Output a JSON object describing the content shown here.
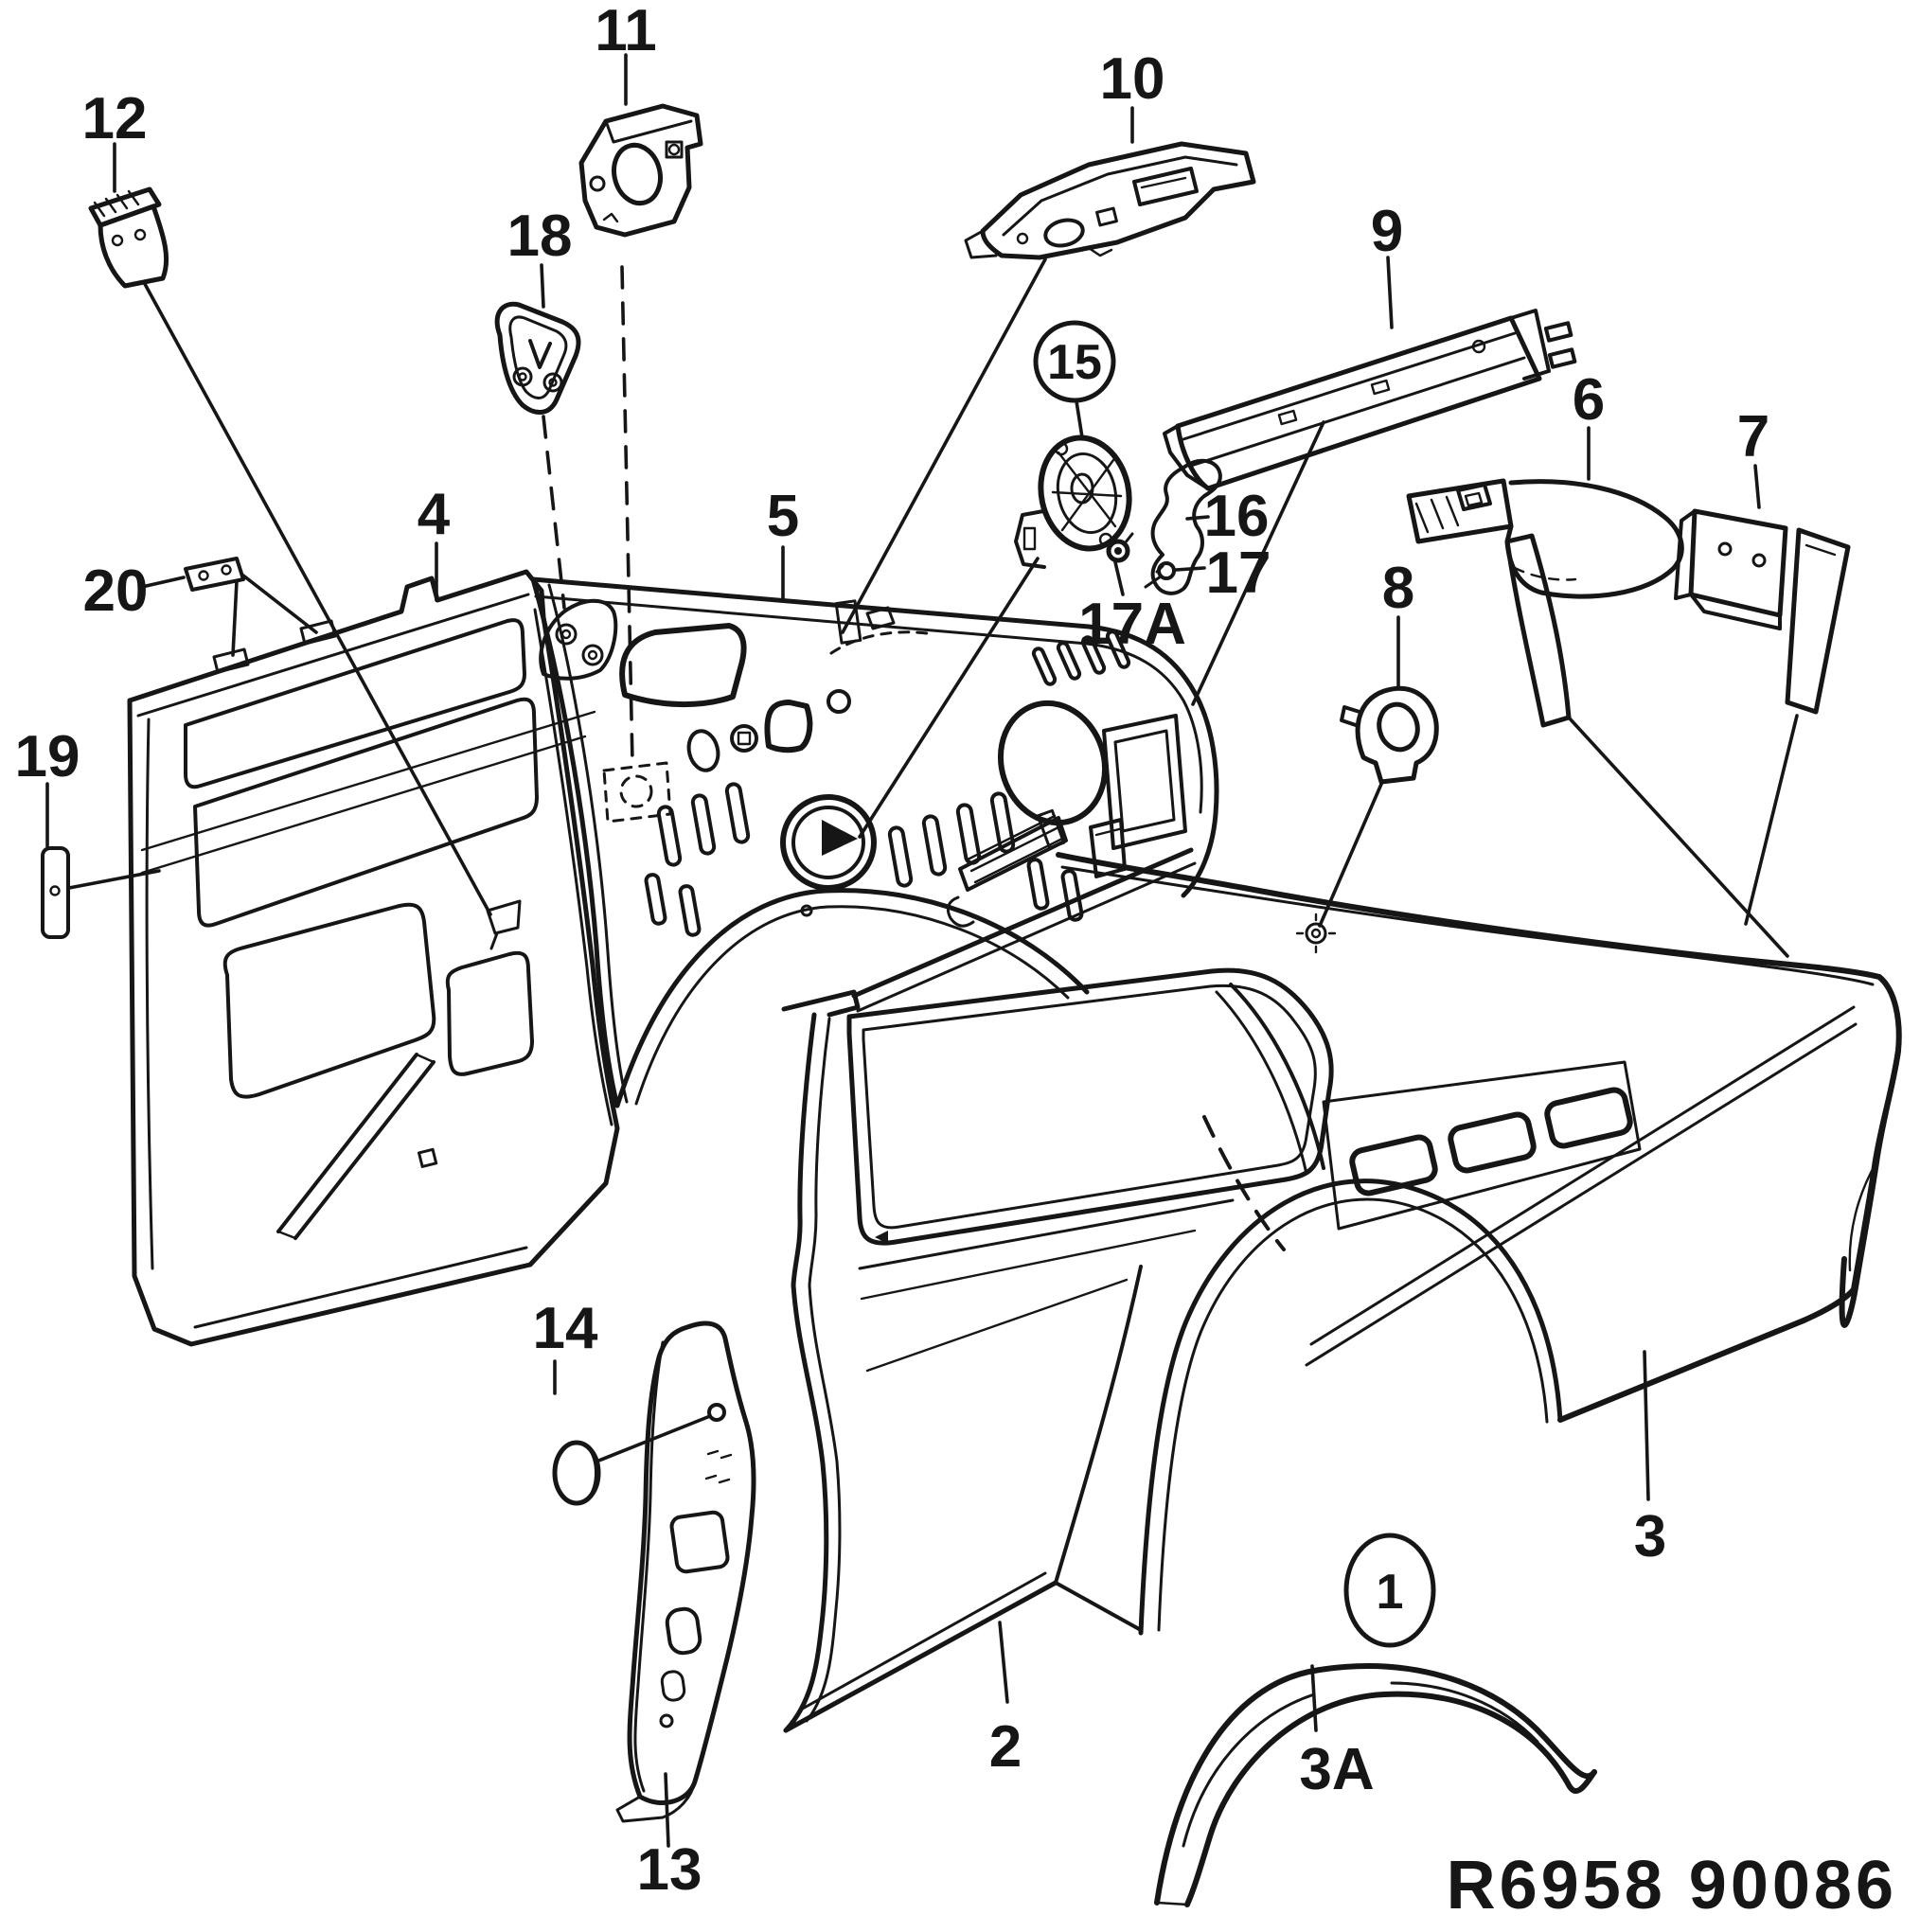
{
  "diagram": {
    "type": "exploded-parts-diagram",
    "subject": "rear quarter panel and body side assembly",
    "ref_code": "R6958 90086",
    "ink_color": "#161616",
    "background_color": "#ffffff",
    "callouts": {
      "c1": {
        "label": "1",
        "circled": true
      },
      "c2": {
        "label": "2",
        "circled": false
      },
      "c3": {
        "label": "3",
        "circled": false
      },
      "c3a": {
        "label": "3A",
        "circled": false
      },
      "c4": {
        "label": "4",
        "circled": false
      },
      "c5": {
        "label": "5",
        "circled": false
      },
      "c6": {
        "label": "6",
        "circled": false
      },
      "c7": {
        "label": "7",
        "circled": false
      },
      "c8": {
        "label": "8",
        "circled": false
      },
      "c9": {
        "label": "9",
        "circled": false
      },
      "c10": {
        "label": "10",
        "circled": false
      },
      "c11": {
        "label": "11",
        "circled": false
      },
      "c12": {
        "label": "12",
        "circled": false
      },
      "c13": {
        "label": "13",
        "circled": false
      },
      "c14": {
        "label": "14",
        "circled": false
      },
      "c15": {
        "label": "15",
        "circled": true
      },
      "c16": {
        "label": "16",
        "circled": false
      },
      "c17": {
        "label": "17",
        "circled": false
      },
      "c17a": {
        "label": "17A",
        "circled": false
      },
      "c18": {
        "label": "18",
        "circled": false
      },
      "c19": {
        "label": "19",
        "circled": false
      },
      "c20": {
        "label": "20",
        "circled": false
      }
    }
  }
}
